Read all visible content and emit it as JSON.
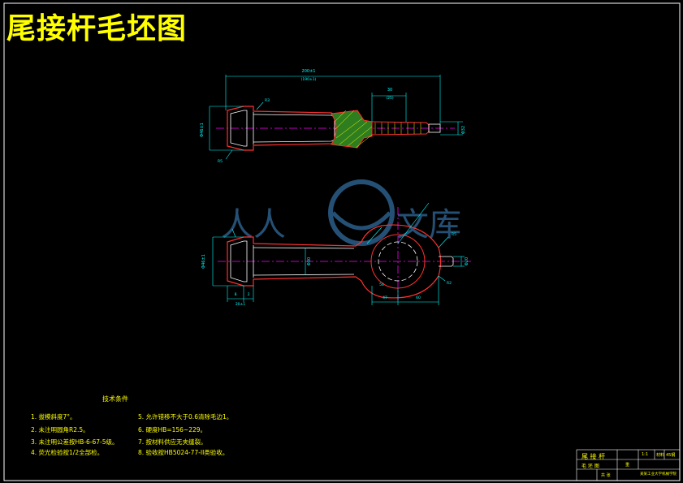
{
  "title": "尾接杆毛坯图",
  "watermark": {
    "text_left": "人人",
    "text_right": "文库"
  },
  "technical_requirements": {
    "heading": "技术条件",
    "items": [
      "1. 拔模斜度7°。",
      "2. 未注明圆角R2.5。",
      "3. 未注明公差按HB-6-67-5级。",
      "4. 荧光检验按1/2全部检。",
      "5. 允许错移不大于0.6清除毛边1。",
      "6. 硬度HB=156~229。",
      "7. 按材料供应无夹缝裂。",
      "8. 验收按HB5024-77-II类验收。"
    ]
  },
  "title_block": {
    "part_name": "尾 接 杆",
    "scale": "1:1",
    "material_label": "材料",
    "material": "45钢",
    "row2": "毛 坯 图",
    "weight_label": "重",
    "school": "某某工业大学机械学院",
    "sheet": "共 张"
  },
  "dimensions": {
    "top_overall": "200±1",
    "top_overall_sub": "(190±1)",
    "top_right_a": "30",
    "top_right_b": "(25)",
    "top_left_dia": "Φ46±1",
    "top_right_dia": "Φ32",
    "top_chamfer_a": "R3",
    "top_chamfer_b": "R5",
    "bottom_left_dia": "Φ46±1",
    "bottom_mid_dia": "Φ30",
    "bottom_right_dia": "Φ20",
    "bottom_r_a": "R5",
    "bottom_r_b": "R2",
    "bottom_left_a": "8",
    "bottom_left_b": "2",
    "bottom_left_c": "20±1",
    "bottom_mid_a": "47",
    "bottom_mid_b": "60",
    "bottom_mid_c": "54"
  }
}
